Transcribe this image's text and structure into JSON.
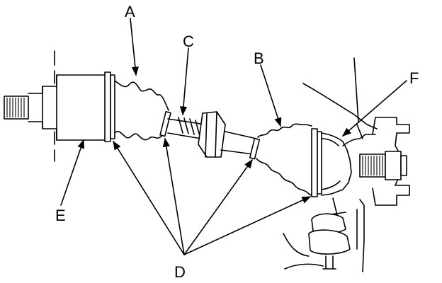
{
  "labels": {
    "A": "A",
    "B": "B",
    "C": "C",
    "D": "D",
    "E": "E",
    "F": "F"
  },
  "icons": {
    "drive_shaft": "cv-axle-drawing",
    "arrow": "leader-arrow"
  },
  "colors": {
    "ink": "#000000",
    "paper": "#ffffff"
  }
}
